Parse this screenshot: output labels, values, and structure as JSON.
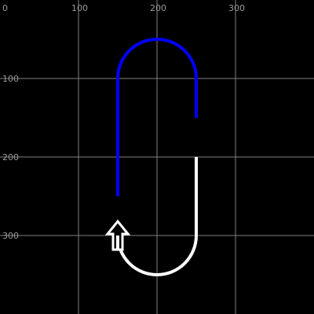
{
  "colors": {
    "background": "#000000",
    "grid": "#808080",
    "tick_label": "#9a9a9a",
    "blue_path": "#0000ff",
    "white_path": "#ffffff",
    "arrow_stroke": "#ffffff",
    "arrow_fill": "#000000"
  },
  "axes": {
    "x_ticks": [
      {
        "value": 0,
        "label": "0"
      },
      {
        "value": 100,
        "label": "100"
      },
      {
        "value": 200,
        "label": "200"
      },
      {
        "value": 300,
        "label": "300"
      }
    ],
    "y_ticks": [
      {
        "value": 100,
        "label": "100"
      },
      {
        "value": 200,
        "label": "200"
      },
      {
        "value": 300,
        "label": "300"
      }
    ]
  },
  "paths": {
    "blue": {
      "color_name": "blue",
      "from": [
        150,
        250
      ],
      "via_top_center": [
        200,
        100
      ],
      "radius": 50,
      "to": [
        250,
        150
      ]
    },
    "white": {
      "color_name": "white",
      "from": [
        250,
        200
      ],
      "via_bottom_center": [
        200,
        300
      ],
      "radius": 50,
      "to": [
        150,
        315
      ]
    },
    "arrow": {
      "icon": "up-arrow-icon",
      "tip": [
        150,
        282
      ],
      "direction": "up"
    }
  }
}
